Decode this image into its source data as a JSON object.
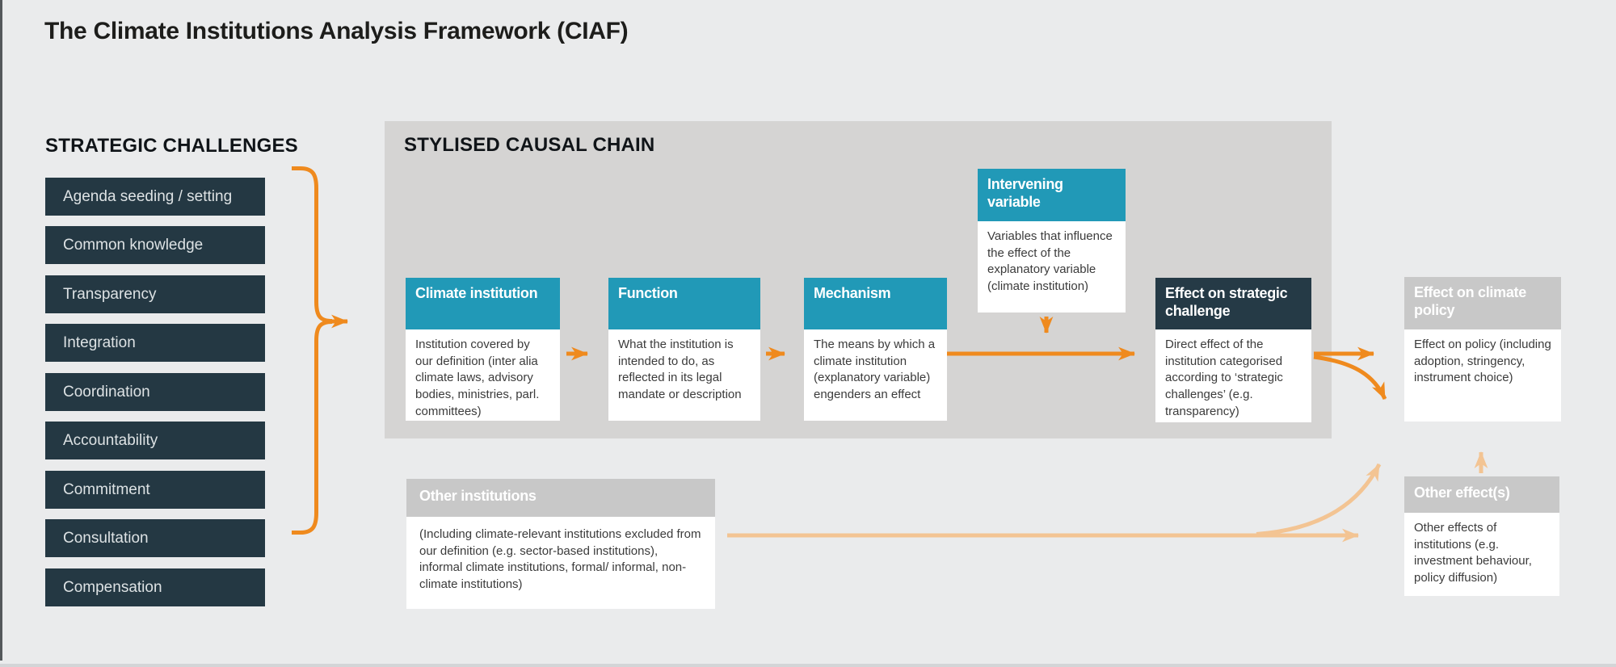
{
  "page": {
    "title": "The Climate Institutions Analysis Framework (CIAF)"
  },
  "strategic_challenges": {
    "heading": "STRATEGIC CHALLENGES",
    "items": [
      "Agenda seeding / setting",
      "Common knowledge",
      "Transparency",
      "Integration",
      "Coordination",
      "Accountability",
      "Commitment",
      "Consultation",
      "Compensation"
    ]
  },
  "causal_chain": {
    "heading": "STYLISED CAUSAL CHAIN",
    "boxes": {
      "climate_institution": {
        "title": "Climate institution",
        "body": "Institution covered by our definition (inter alia climate laws, advisory bodies, ministries, parl. committees)"
      },
      "function": {
        "title": "Function",
        "body": "What the institution is intended to do, as reflected in its legal mandate or description"
      },
      "mechanism": {
        "title": "Mechanism",
        "body": "The means by which a climate institution (explanatory variable) engenders an effect"
      },
      "intervening_variable": {
        "title": "Intervening variable",
        "body": "Variables that influence the effect of the explanatory variable (climate institution)"
      },
      "effect_strategic_challenge": {
        "title": "Effect on strategic challenge",
        "body": "Direct effect of the institution categorised according to ‘strategic challenges’ (e.g. transparency)"
      }
    }
  },
  "outcomes": {
    "effect_climate_policy": {
      "title": "Effect on climate policy",
      "body": "Effect on policy (including adoption, stringency, instrument choice)"
    },
    "other_effects": {
      "title": "Other effect(s)",
      "body": "Other effects of institutions (e.g. investment behaviour, policy diffusion)"
    }
  },
  "other_institutions": {
    "title": "Other institutions",
    "body": "(Including climate-relevant institutions excluded from our definition (e.g. sector-based institutions), informal climate institutions, formal/ informal, non-climate institutions)"
  },
  "colors": {
    "accent_orange": "#ef8a1e",
    "light_orange": "#f3c493",
    "teal": "#2199b7",
    "dark_navy": "#253a46",
    "panel_gray": "#d5d4d3",
    "header_gray": "#c8c8c8",
    "background": "#eaebec"
  }
}
